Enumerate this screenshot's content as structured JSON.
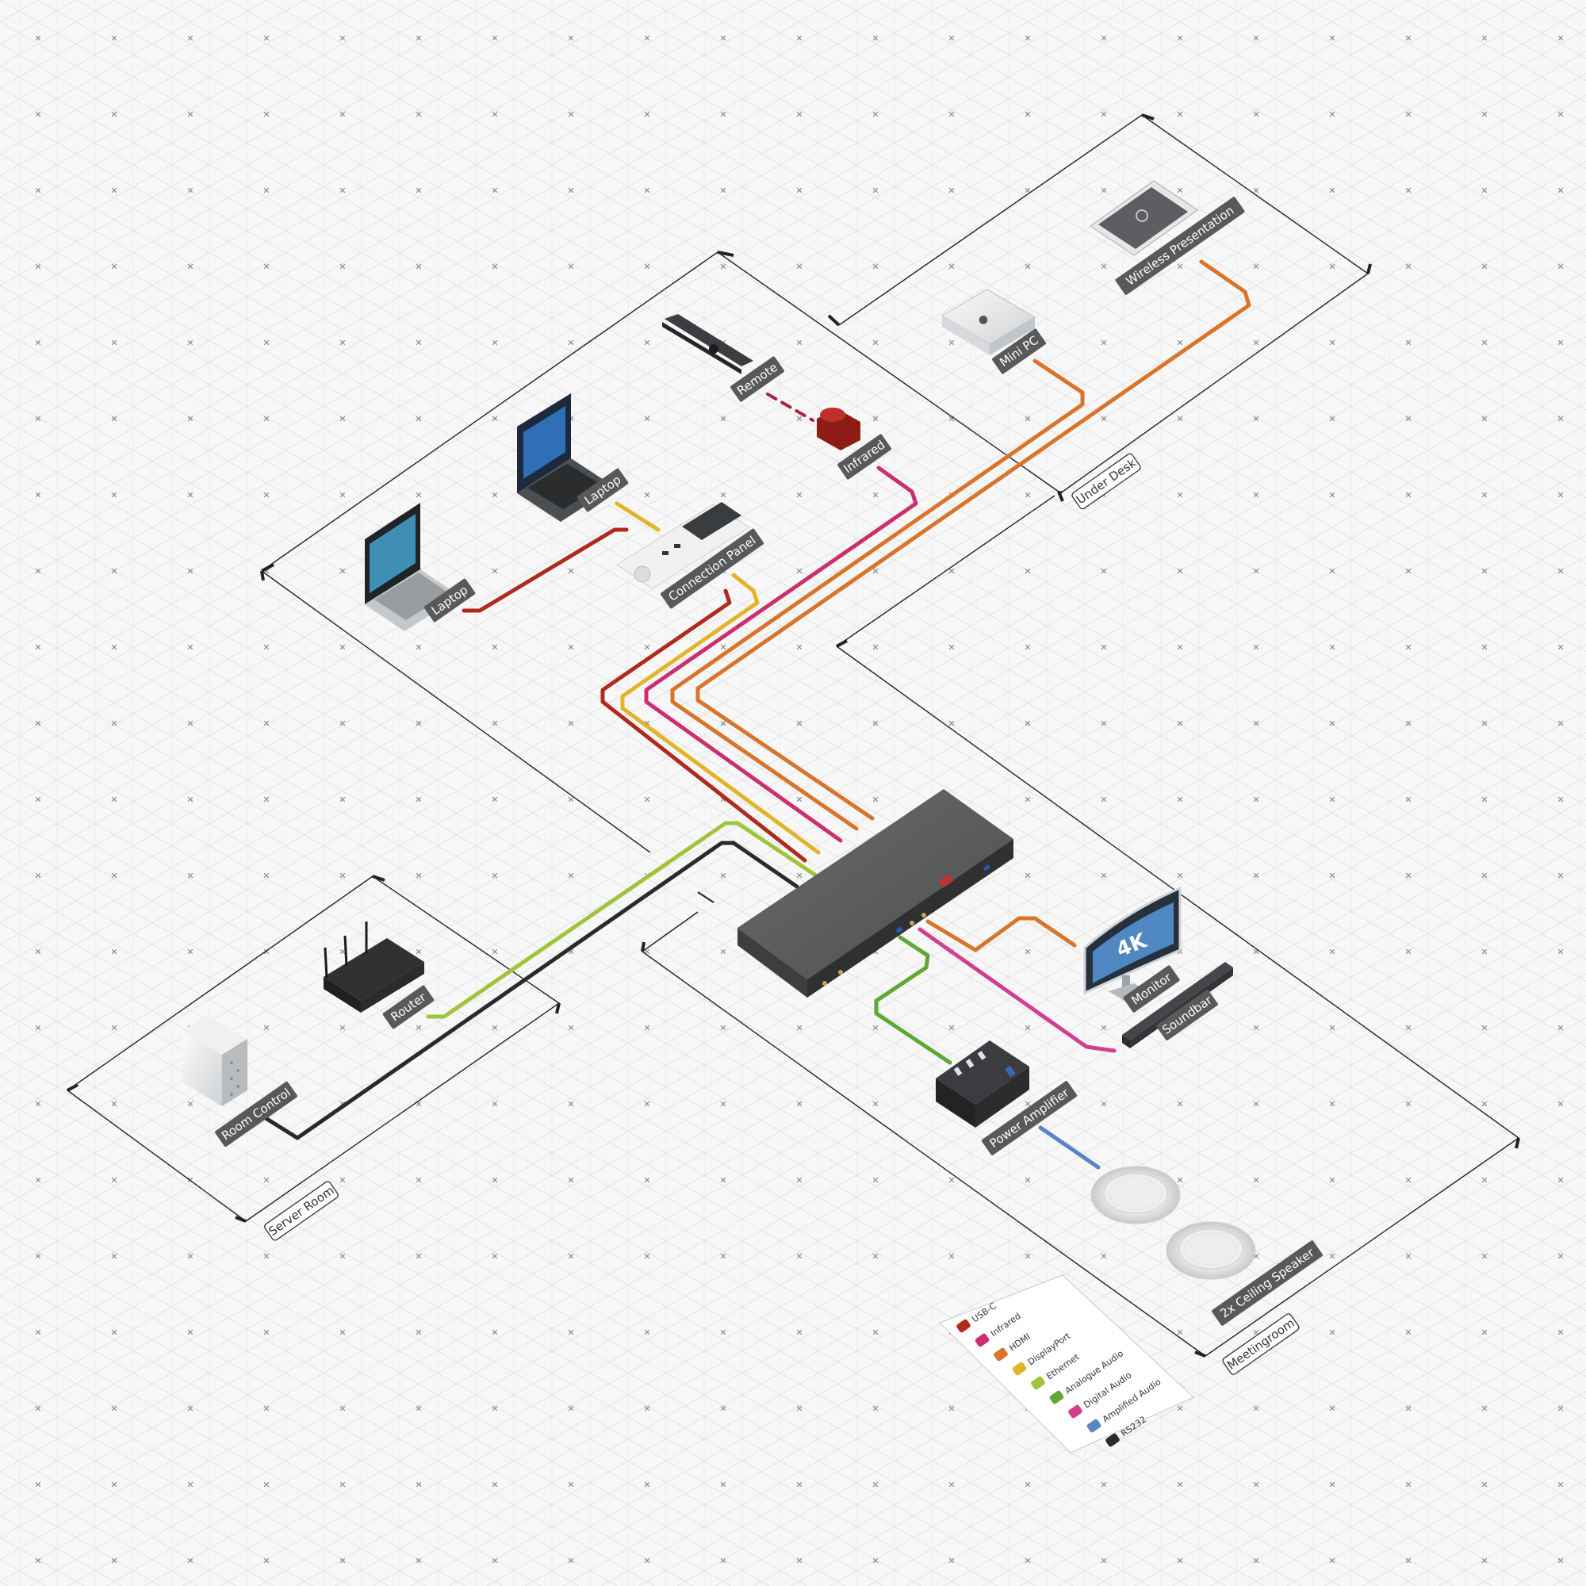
{
  "labels": {
    "remote": "Remote",
    "infrared": "Infrared",
    "laptop_top": "Laptop",
    "laptop_left": "Laptop",
    "connection_panel": "Connection Panel",
    "mini_pc": "Mini PC",
    "wireless_presentation": "Wireless Presentation",
    "router": "Router",
    "room_control": "Room Control",
    "monitor": "Monitor",
    "soundbar": "Soundbar",
    "power_amplifier": "Power Amplifier",
    "ceiling_speaker": "2x Ceiling Speaker"
  },
  "zones": {
    "under_desk": "Under Desk",
    "server_room": "Server Room",
    "meetingroom": "Meetingroom"
  },
  "legend": {
    "items": [
      {
        "label": "USB-C",
        "color": "#b02a1e"
      },
      {
        "label": "Infrared",
        "color": "#cc2f6e"
      },
      {
        "label": "HDMI",
        "color": "#d9742a"
      },
      {
        "label": "DisplayPort",
        "color": "#e1b42a"
      },
      {
        "label": "Ethernet",
        "color": "#9fc43a"
      },
      {
        "label": "Analogue Audio",
        "color": "#5ea836"
      },
      {
        "label": "Digital Audio",
        "color": "#d13f8f"
      },
      {
        "label": "Amplified Audio",
        "color": "#5b84c4"
      },
      {
        "label": "RS232",
        "color": "#2a2a2a"
      }
    ]
  },
  "device_marks": {
    "mini_pc_logo": "apple-logo",
    "monitor_screen_text": "4K"
  }
}
